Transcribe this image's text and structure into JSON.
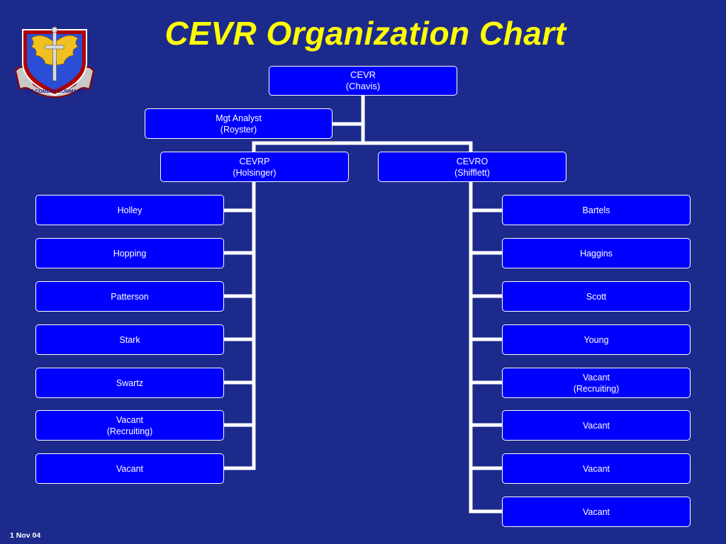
{
  "title": "CEVR Organization Chart",
  "footer_date": "1 Nov 04",
  "emblem": {
    "icon": "air-combat-command-shield",
    "text": "AIR COMBAT COMMAND"
  },
  "colors": {
    "background": "#1c2a8c",
    "title": "#ffff00",
    "box_fill": "#0000ff",
    "line": "#ffffff"
  },
  "head": {
    "line1": "CEVR",
    "line2": "(Chavis)"
  },
  "staff": {
    "line1": "Mgt Analyst",
    "line2": "(Royster)"
  },
  "left_branch": {
    "line1": "CEVRP",
    "line2": "(Holsinger)",
    "members": [
      {
        "line1": "Holley",
        "line2": ""
      },
      {
        "line1": "Hopping",
        "line2": ""
      },
      {
        "line1": "Patterson",
        "line2": ""
      },
      {
        "line1": "Stark",
        "line2": ""
      },
      {
        "line1": "Swartz",
        "line2": ""
      },
      {
        "line1": "Vacant",
        "line2": "(Recruiting)"
      },
      {
        "line1": "Vacant",
        "line2": ""
      }
    ]
  },
  "right_branch": {
    "line1": "CEVRO",
    "line2": "(Shifflett)",
    "members": [
      {
        "line1": "Bartels",
        "line2": ""
      },
      {
        "line1": "Haggins",
        "line2": ""
      },
      {
        "line1": "Scott",
        "line2": ""
      },
      {
        "line1": "Young",
        "line2": ""
      },
      {
        "line1": "Vacant",
        "line2": "(Recruiting)"
      },
      {
        "line1": "Vacant",
        "line2": ""
      },
      {
        "line1": "Vacant",
        "line2": ""
      },
      {
        "line1": "Vacant",
        "line2": ""
      }
    ]
  }
}
